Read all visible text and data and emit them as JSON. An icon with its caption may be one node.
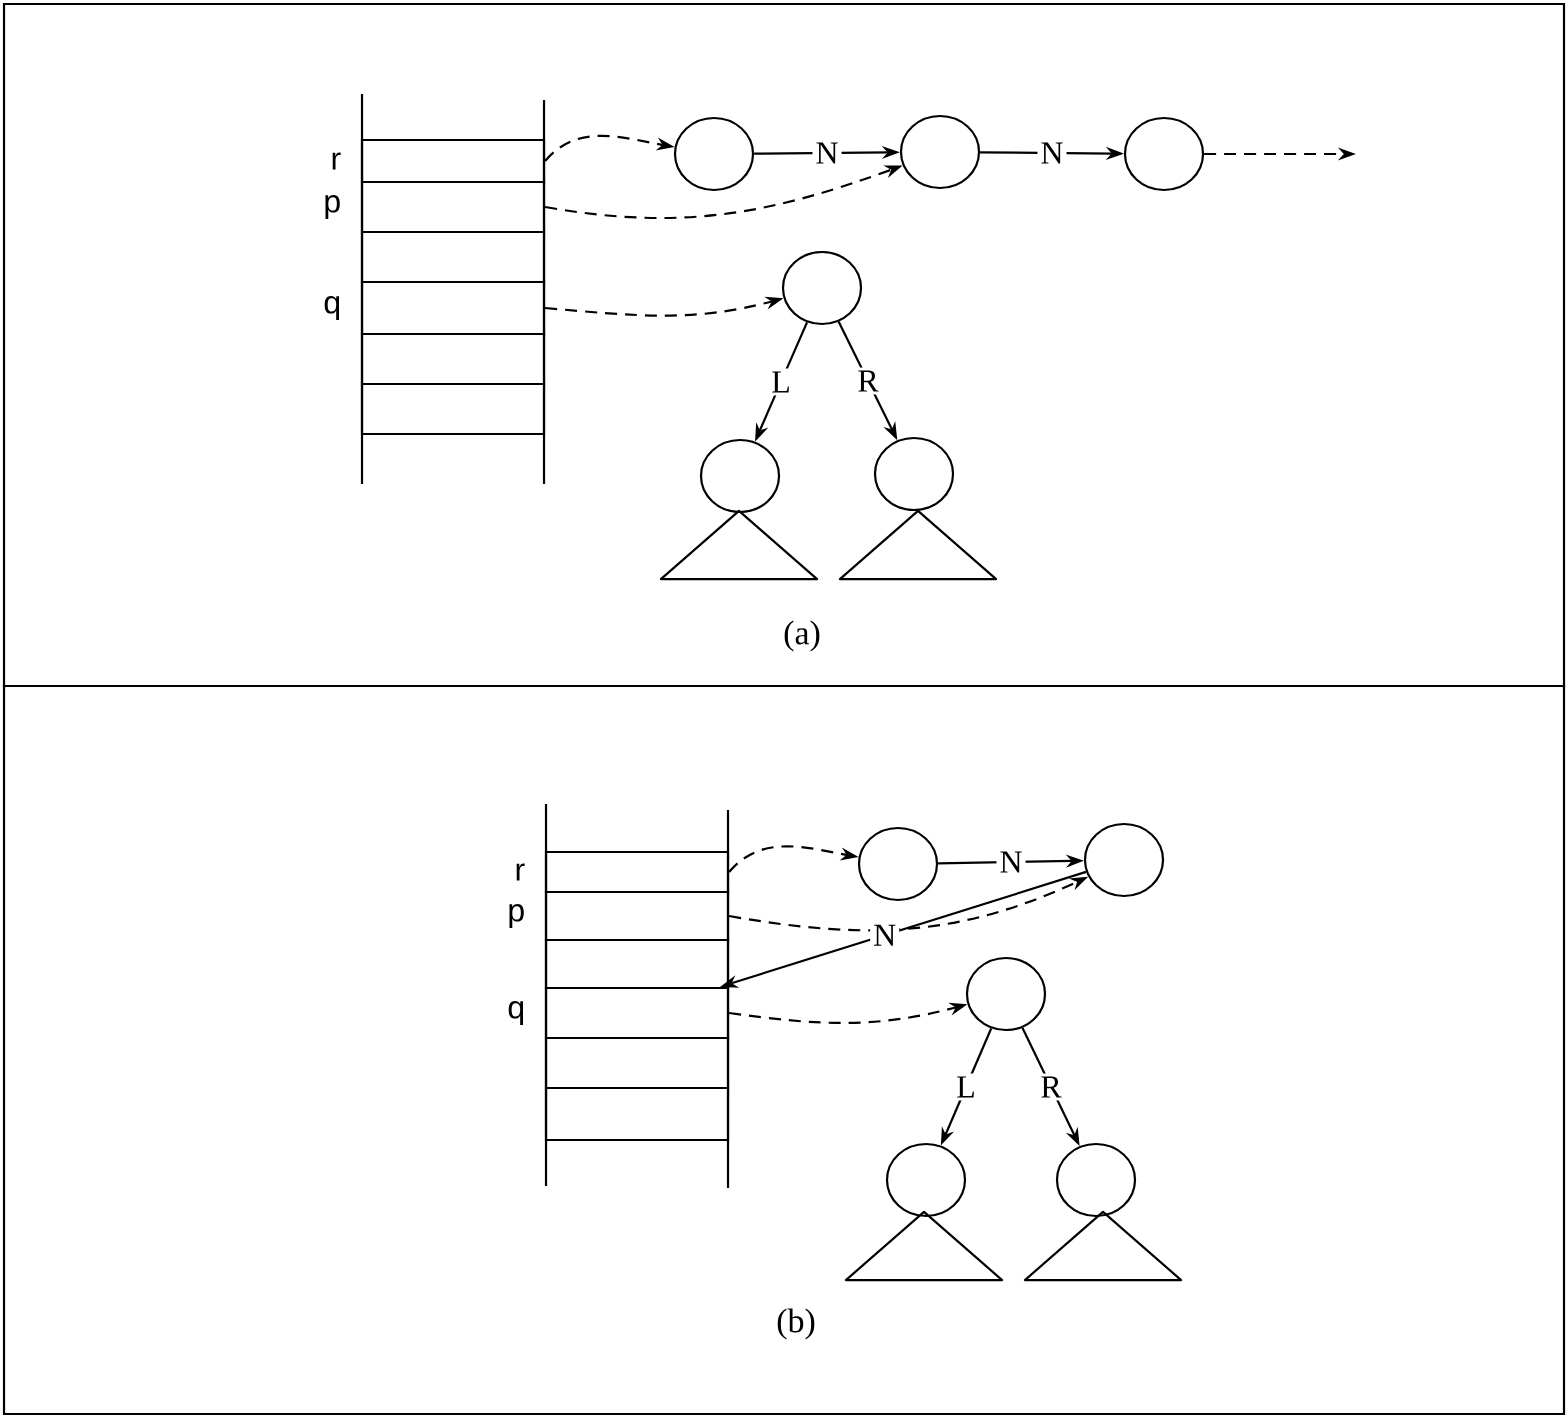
{
  "diagram": {
    "nodes": [
      {
        "text": [
          "(a)"
        ]
      },
      {
        "text": [],
        "shape": "box",
        "in": 0,
        "beside": [
          "r"
        ]
      },
      {
        "text": [],
        "shape": "box",
        "in": 0,
        "beside": [
          "p"
        ]
      },
      {
        "text": [],
        "shape": "box",
        "in": 0
      },
      {
        "text": [],
        "shape": "box",
        "in": 0,
        "beside": [
          "q"
        ]
      },
      {
        "text": [],
        "shape": "box",
        "in": 0
      },
      {
        "text": [],
        "shape": "box",
        "in": 0
      },
      {
        "text": [],
        "shape": "circle",
        "in": 0
      },
      {
        "text": [],
        "shape": "circle",
        "in": 0
      },
      {
        "text": [],
        "shape": "circle",
        "in": 0
      },
      {
        "text": [],
        "shape": "circle",
        "in": 0
      },
      {
        "text": [],
        "shape": "circle",
        "in": 0
      },
      {
        "text": [],
        "shape": "circle",
        "in": 0
      },
      {
        "text": [],
        "shape": "triangle",
        "in": 0
      },
      {
        "text": [],
        "shape": "triangle",
        "in": 0
      },
      {
        "text": [
          "(b)"
        ]
      },
      {
        "text": [],
        "shape": "box",
        "in": 15,
        "beside": [
          "r"
        ]
      },
      {
        "text": [],
        "shape": "box",
        "in": 15,
        "beside": [
          "p"
        ]
      },
      {
        "text": [],
        "shape": "box",
        "in": 15
      },
      {
        "text": [],
        "shape": "box",
        "in": 15,
        "beside": [
          "q"
        ]
      },
      {
        "text": [],
        "shape": "box",
        "in": 15
      },
      {
        "text": [],
        "shape": "box",
        "in": 15
      },
      {
        "text": [],
        "shape": "circle",
        "in": 15
      },
      {
        "text": [],
        "shape": "circle",
        "in": 15
      },
      {
        "text": [],
        "shape": "circle",
        "in": 15
      },
      {
        "text": [],
        "shape": "circle",
        "in": 15
      },
      {
        "text": [],
        "shape": "circle",
        "in": 15
      },
      {
        "text": [],
        "shape": "triangle",
        "in": 15
      },
      {
        "text": [],
        "shape": "triangle",
        "in": 15
      }
    ],
    "edges": [
      {
        "from": 1,
        "to": 7,
        "arrow": "to",
        "style": "dashed"
      },
      {
        "from": 2,
        "to": 8,
        "arrow": "to",
        "style": "dashed"
      },
      {
        "from": 4,
        "to": 10,
        "arrow": "to",
        "style": "dashed"
      },
      {
        "from": 7,
        "to": 8,
        "arrow": "to",
        "label": "N"
      },
      {
        "from": 8,
        "to": 9,
        "arrow": "to",
        "label": "N"
      },
      {
        "from": 9,
        "to": null,
        "arrow": "to",
        "style": "dashed"
      },
      {
        "from": 10,
        "to": 11,
        "arrow": "to",
        "label": "L"
      },
      {
        "from": 10,
        "to": 12,
        "arrow": "to",
        "label": "R"
      },
      {
        "from": 16,
        "to": 22,
        "arrow": "to",
        "style": "dashed"
      },
      {
        "from": 17,
        "to": 23,
        "arrow": "to",
        "style": "dashed"
      },
      {
        "from": 19,
        "to": 24,
        "arrow": "to",
        "style": "dashed"
      },
      {
        "from": 22,
        "to": 23,
        "arrow": "to",
        "label": "N"
      },
      {
        "from": 23,
        "to": 19,
        "arrow": "to",
        "label": "N"
      },
      {
        "from": 24,
        "to": 25,
        "arrow": "to",
        "label": "L"
      },
      {
        "from": 24,
        "to": 26,
        "arrow": "to",
        "label": "R"
      }
    ]
  }
}
